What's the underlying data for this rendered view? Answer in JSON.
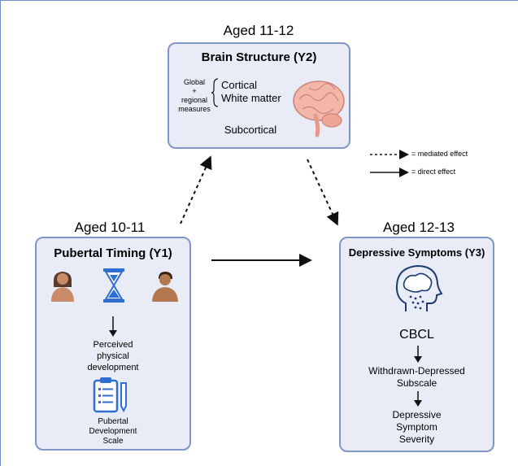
{
  "brain": {
    "age": "Aged 11-12",
    "title": "Brain Structure (Y2)",
    "measures_label": [
      "Global",
      "+",
      "regional",
      "measures"
    ],
    "cortical": "Cortical",
    "white_matter": "White matter",
    "subcortical": "Subcortical"
  },
  "legend": {
    "mediated": "= mediated effect",
    "direct": "= direct effect"
  },
  "puberty": {
    "age": "Aged 10-11",
    "title": "Pubertal Timing (Y1)",
    "perceived": [
      "Perceived",
      "physical",
      "development"
    ],
    "scale": [
      "Pubertal",
      "Development",
      "Scale"
    ]
  },
  "depression": {
    "age": "Aged 12-13",
    "title": "Depressive Symptoms (Y3)",
    "cbcl": "CBCL",
    "subscale": [
      "Withdrawn-Depressed",
      "Subscale"
    ],
    "severity": [
      "Depressive",
      "Symptom",
      "Severity"
    ]
  }
}
